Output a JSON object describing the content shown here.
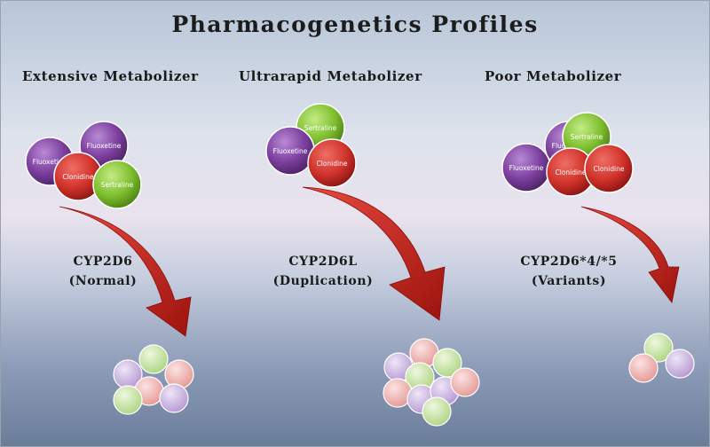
{
  "title": "Pharmacogenetics Profiles",
  "colors": {
    "fluoxetine": "#7b3f9e",
    "clonidine": "#d0332b",
    "sertraline": "#7fbf2f",
    "metabolite_purple": "#c9b3e0",
    "metabolite_green": "#c6e2a2",
    "metabolite_pink": "#f0b3b1",
    "arrow": "#c3201a"
  },
  "profiles": [
    {
      "heading": "Extensive Metabolizer",
      "enzyme": "CYP2D6",
      "enzyme_note": "(Normal)",
      "drugs": [
        "Fluoxetine",
        "Fluoxetine",
        "Clonidine",
        "Sertraline"
      ]
    },
    {
      "heading": "Ultrarapid Metabolizer",
      "enzyme": "CYP2D6L",
      "enzyme_note": "(Duplication)",
      "drugs": [
        "Sertraline",
        "Fluoxetine",
        "Clonidine"
      ]
    },
    {
      "heading": "Poor Metabolizer",
      "enzyme": "CYP2D6*4/*5",
      "enzyme_note": "(Variants)",
      "drugs": [
        "Fluoxetine",
        "Sertraline",
        "Fluoxetine",
        "Clonidine",
        "Clonidine"
      ]
    }
  ]
}
